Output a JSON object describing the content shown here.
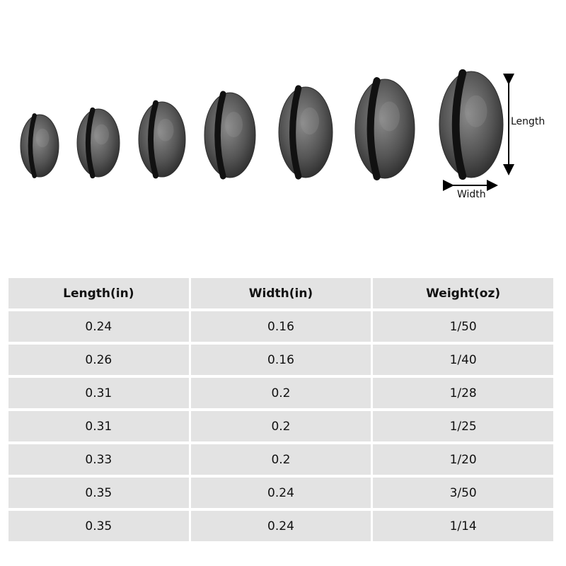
{
  "diagram": {
    "length_label": "Length",
    "width_label": "Width",
    "sinker_count": 7,
    "colors": {
      "sinker_dark": "#2e2e2e",
      "sinker_mid": "#6b6b6b",
      "sinker_light": "#9a9a9a",
      "slot": "#111111",
      "arrow": "#000000"
    }
  },
  "table": {
    "headers": [
      "Length(in)",
      "Width(in)",
      "Weight(oz)"
    ],
    "rows": [
      [
        "0.24",
        "0.16",
        "1/50"
      ],
      [
        "0.26",
        "0.16",
        "1/40"
      ],
      [
        "0.31",
        "0.2",
        "1/28"
      ],
      [
        "0.31",
        "0.2",
        "1/25"
      ],
      [
        "0.33",
        "0.2",
        "1/20"
      ],
      [
        "0.35",
        "0.24",
        "3/50"
      ],
      [
        "0.35",
        "0.24",
        "1/14"
      ]
    ],
    "cell_color": "#e3e3e3"
  }
}
